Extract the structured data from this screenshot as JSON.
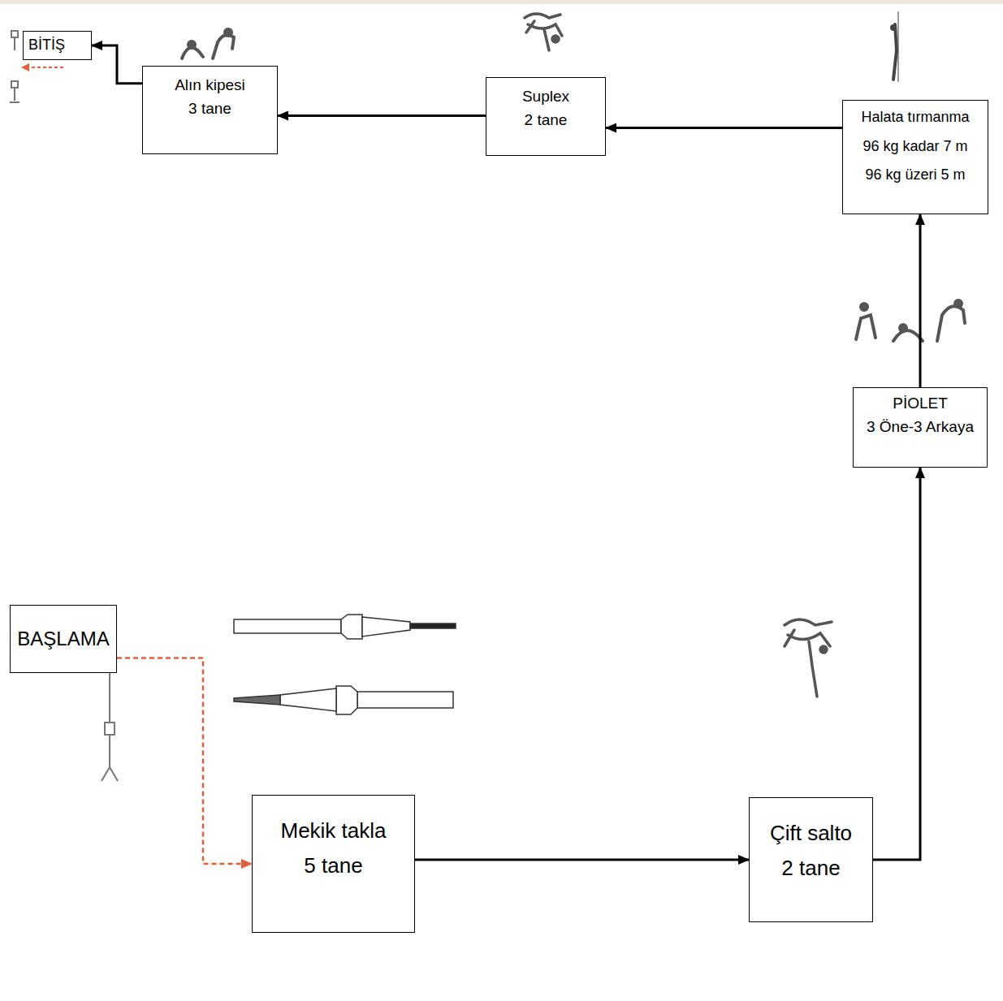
{
  "diagram": {
    "nodes": [
      {
        "text": [
          "BİTİŞ"
        ]
      },
      {
        "text": [
          "Alın kipesi",
          "3 tane"
        ]
      },
      {
        "text": [
          "Suplex",
          "2 tane"
        ]
      },
      {
        "text": [
          "Halata tırmanma",
          "96 kg kadar 7 m",
          "96 kg üzeri 5 m"
        ]
      },
      {
        "text": [
          "PİOLET",
          "3 Öne-3 Arkaya"
        ]
      },
      {
        "text": [
          "BAŞLAMA"
        ]
      },
      {
        "text": [
          "Mekik takla",
          "5 tane"
        ]
      },
      {
        "text": [
          "Çift salto",
          "2 tane"
        ]
      }
    ],
    "edges": [
      {
        "from": 5,
        "to": 6,
        "arrow": "to"
      },
      {
        "from": 6,
        "to": 7,
        "arrow": "to"
      },
      {
        "from": 7,
        "to": 4,
        "arrow": "to"
      },
      {
        "from": 4,
        "to": 3,
        "arrow": "to"
      },
      {
        "from": 3,
        "to": 2,
        "arrow": "to"
      },
      {
        "from": 2,
        "to": 1,
        "arrow": "to"
      },
      {
        "from": 1,
        "to": 0,
        "arrow": "to"
      }
    ]
  }
}
